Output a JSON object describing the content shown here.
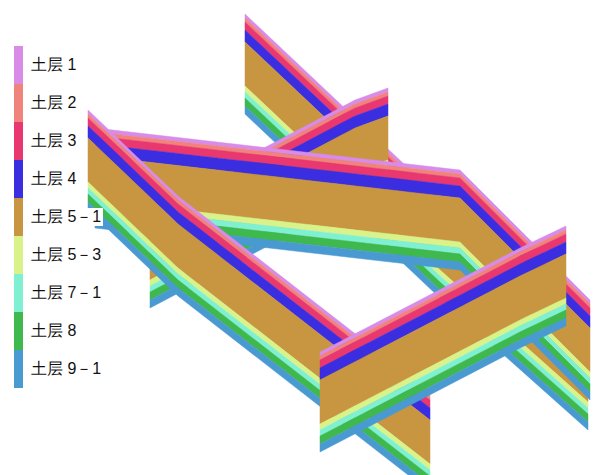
{
  "diagram": {
    "legend": [
      {
        "text": "土层 1",
        "color": "#d98be8"
      },
      {
        "text": "土层 2",
        "color": "#f0837c"
      },
      {
        "text": "土层 3",
        "color": "#e8386f"
      },
      {
        "text": "土层 4",
        "color": "#3a2ee0"
      },
      {
        "text": "土层 5－1",
        "color": "#c89640"
      },
      {
        "text": "土层 5－3",
        "color": "#d9f28a"
      },
      {
        "text": "土层 7－1",
        "color": "#80f0d2"
      },
      {
        "text": "土层 8",
        "color": "#3fb84e"
      },
      {
        "text": "土层 9－1",
        "color": "#4a9ad2"
      }
    ]
  }
}
